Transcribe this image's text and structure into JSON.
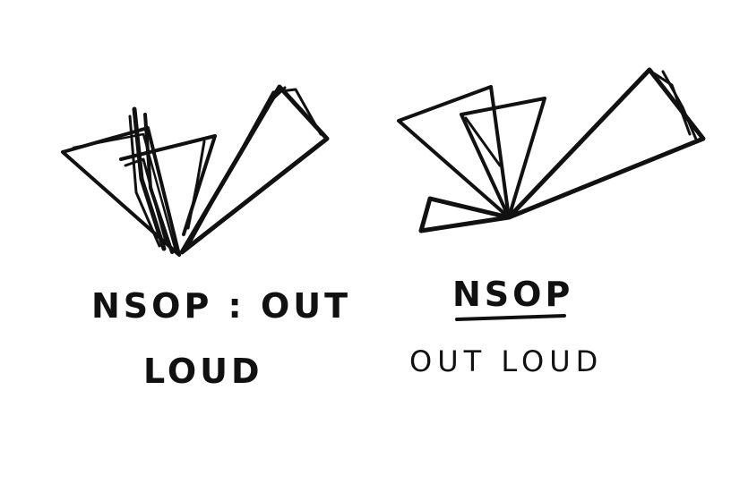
{
  "sketch_left": {
    "label_line1": "NSOP : OUT",
    "label_line2": "LOUD"
  },
  "sketch_right": {
    "label_line1": "NSOP",
    "label_line2": "OUT LOUD"
  },
  "colors": {
    "ink": "#111111",
    "paper": "#ffffff"
  }
}
